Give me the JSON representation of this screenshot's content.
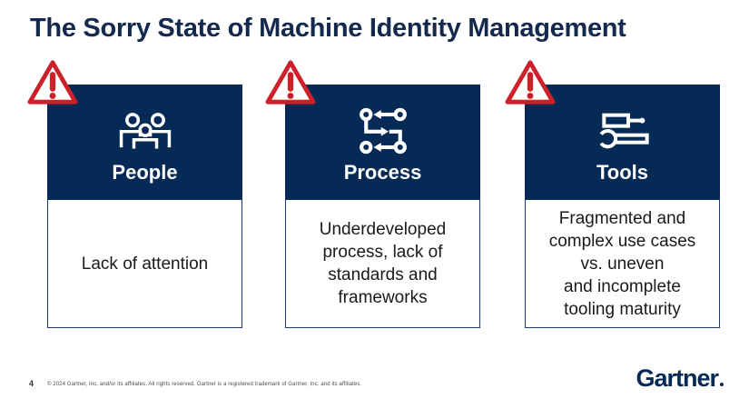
{
  "title": "The Sorry State of Machine Identity Management",
  "cards": [
    {
      "label": "People",
      "icon": "people-icon",
      "warning_icon": "warning-triangle-icon",
      "body": "Lack of attention"
    },
    {
      "label": "Process",
      "icon": "process-icon",
      "warning_icon": "warning-triangle-icon",
      "body": "Underdeveloped\nprocess, lack of\nstandards and\nframeworks"
    },
    {
      "label": "Tools",
      "icon": "tools-icon",
      "warning_icon": "warning-triangle-icon",
      "body": "Fragmented and\ncomplex use cases\nvs. uneven\nand incomplete\ntooling maturity"
    }
  ],
  "footer": {
    "page_number": "4",
    "copyright": "© 2024 Gartner, Inc. and/or its affiliates. All rights reserved. Gartner is a registered trademark of Gartner, Inc. and its affiliates.",
    "logo_text": "Gartner"
  },
  "colors": {
    "navy_header": "#052A55",
    "navy_title": "#14294E",
    "alert_red": "#CE2029",
    "body_text": "#1A1A1A"
  }
}
